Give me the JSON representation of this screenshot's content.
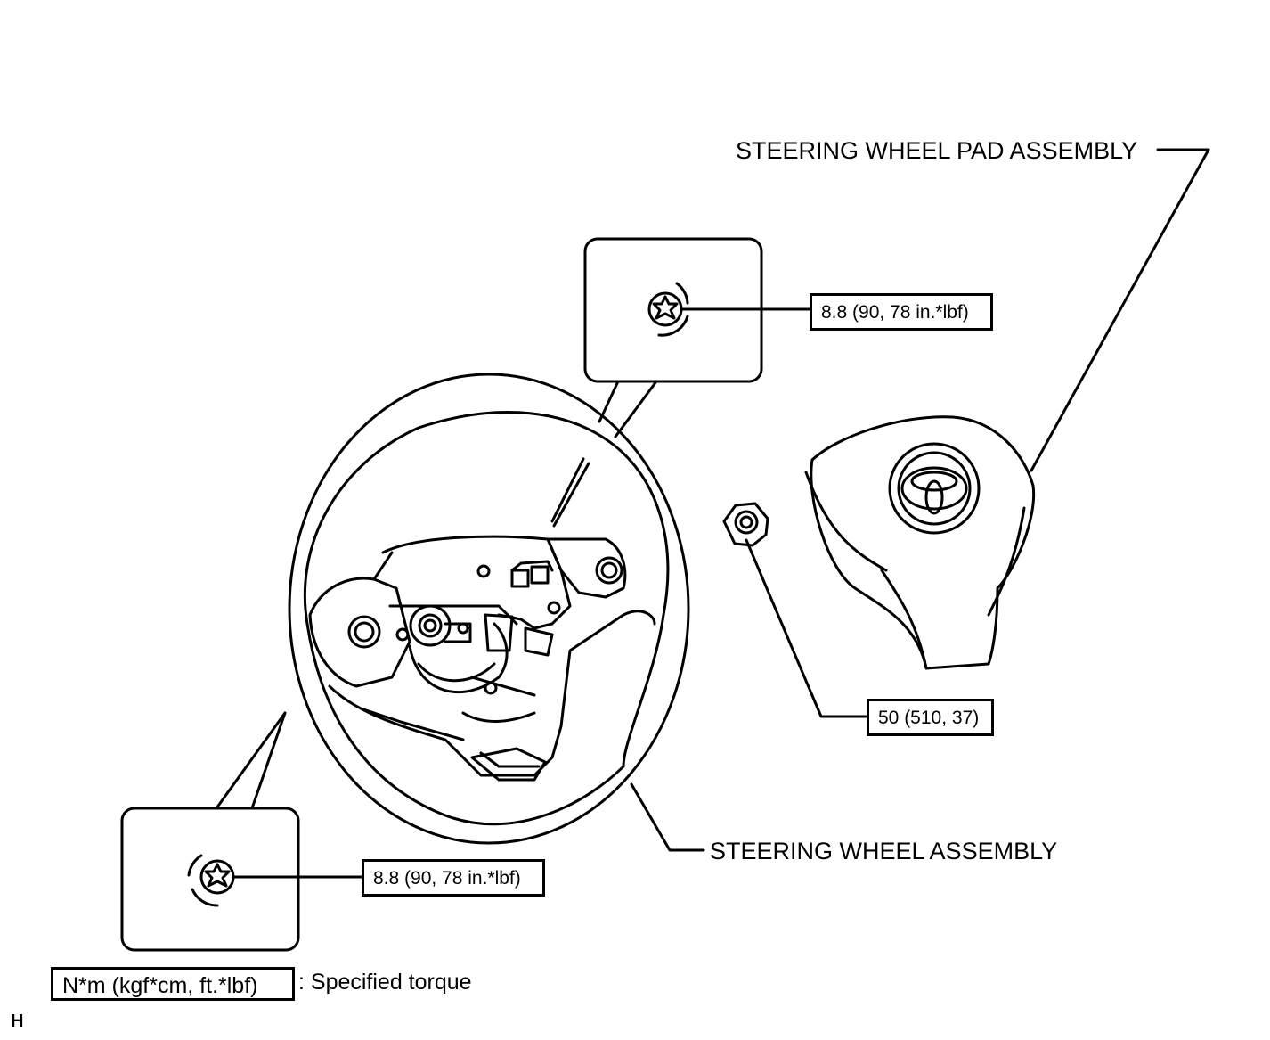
{
  "labels": {
    "pad_assembly": "STEERING WHEEL PAD ASSEMBLY",
    "wheel_assembly": "STEERING WHEEL ASSEMBLY"
  },
  "torques": {
    "upper_screw": "8.8 (90, 78 in.*lbf)",
    "lower_screw": "8.8 (90, 78 in.*lbf)",
    "nut": "50 (510, 37)"
  },
  "legend": {
    "unit_box": "N*m (kgf*cm, ft.*lbf)",
    "description": ": Specified torque"
  },
  "corner_mark": "H"
}
